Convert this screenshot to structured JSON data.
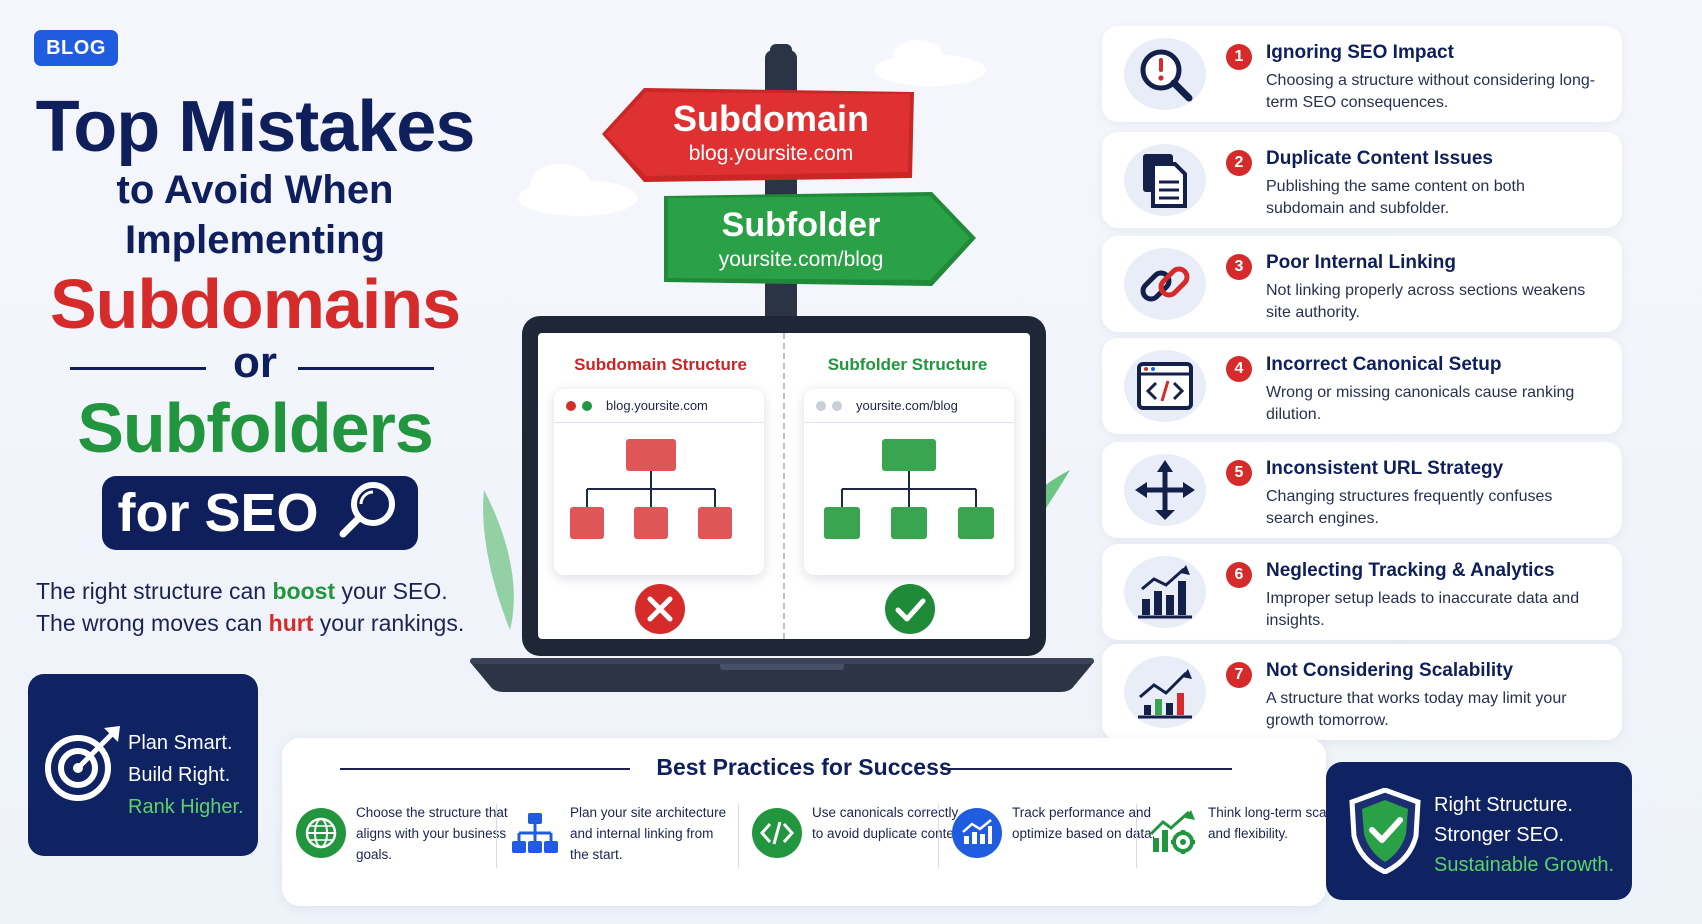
{
  "badge": "BLOG",
  "title": {
    "line1": "Top Mistakes",
    "line2": "to Avoid When",
    "line3": "Implementing",
    "line4": "Subdomains",
    "line5": "or",
    "line6": "Subfolders",
    "pill": "for SEO"
  },
  "tagline": {
    "l1_pre": "The right structure can ",
    "l1_boost": "boost",
    "l1_post": " your SEO.",
    "l2_pre": "The wrong moves can ",
    "l2_hurt": "hurt",
    "l2_post": " your rankings."
  },
  "plan": {
    "l1": "Plan Smart.",
    "l2": "Build Right.",
    "l3": "Rank Higher."
  },
  "signs": {
    "subdomain_title": "Subdomain",
    "subdomain_url": "blog.yoursite.com",
    "subfolder_title": "Subfolder",
    "subfolder_url": "yoursite.com/blog"
  },
  "laptop": {
    "left_title": "Subdomain Structure",
    "left_url": "blog.yoursite.com",
    "right_title": "Subfolder Structure",
    "right_url": "yoursite.com/blog"
  },
  "mistakes": [
    {
      "num": "1",
      "title": "Ignoring SEO Impact",
      "desc": "Choosing a structure without considering long-term SEO consequences.",
      "icon": "magnifier-alert-icon"
    },
    {
      "num": "2",
      "title": "Duplicate Content Issues",
      "desc": "Publishing the same content on both subdomain and subfolder.",
      "icon": "documents-icon"
    },
    {
      "num": "3",
      "title": "Poor Internal Linking",
      "desc": "Not linking properly across sections weakens site authority.",
      "icon": "broken-link-icon"
    },
    {
      "num": "4",
      "title": "Incorrect Canonical Setup",
      "desc": "Wrong or missing canonicals cause ranking dilution.",
      "icon": "code-window-icon"
    },
    {
      "num": "5",
      "title": "Inconsistent URL Strategy",
      "desc": "Changing structures frequently confuses search engines.",
      "icon": "move-arrows-icon"
    },
    {
      "num": "6",
      "title": "Neglecting Tracking & Analytics",
      "desc": "Improper setup leads to inaccurate data and insights.",
      "icon": "bar-chart-icon"
    },
    {
      "num": "7",
      "title": "Not Considering Scalability",
      "desc": "A structure that works today may limit your growth tomorrow.",
      "icon": "growth-chart-icon"
    }
  ],
  "best_practices": {
    "title": "Best Practices for Success",
    "items": [
      {
        "text": "Choose the structure that aligns with your business goals.",
        "icon": "globe-icon",
        "color": "#22963e"
      },
      {
        "text": "Plan your site architecture and internal linking from the start.",
        "icon": "sitemap-icon",
        "color": "#1f5ce0"
      },
      {
        "text": "Use canonicals correctly to avoid duplicate content.",
        "icon": "code-icon",
        "color": "#22963e"
      },
      {
        "text": "Track performance and optimize based on data.",
        "icon": "analytics-icon",
        "color": "#1f5ce0"
      },
      {
        "text": "Think long-term scalability and flexibility.",
        "icon": "growth-gear-icon",
        "color": "#22963e"
      }
    ]
  },
  "summary": {
    "l1": "Right Structure.",
    "l2": "Stronger SEO.",
    "l3": "Sustainable Growth."
  },
  "colors": {
    "navy": "#0e1f5c",
    "red": "#d62b2b",
    "green": "#22963e",
    "blue": "#1f5ce0"
  }
}
